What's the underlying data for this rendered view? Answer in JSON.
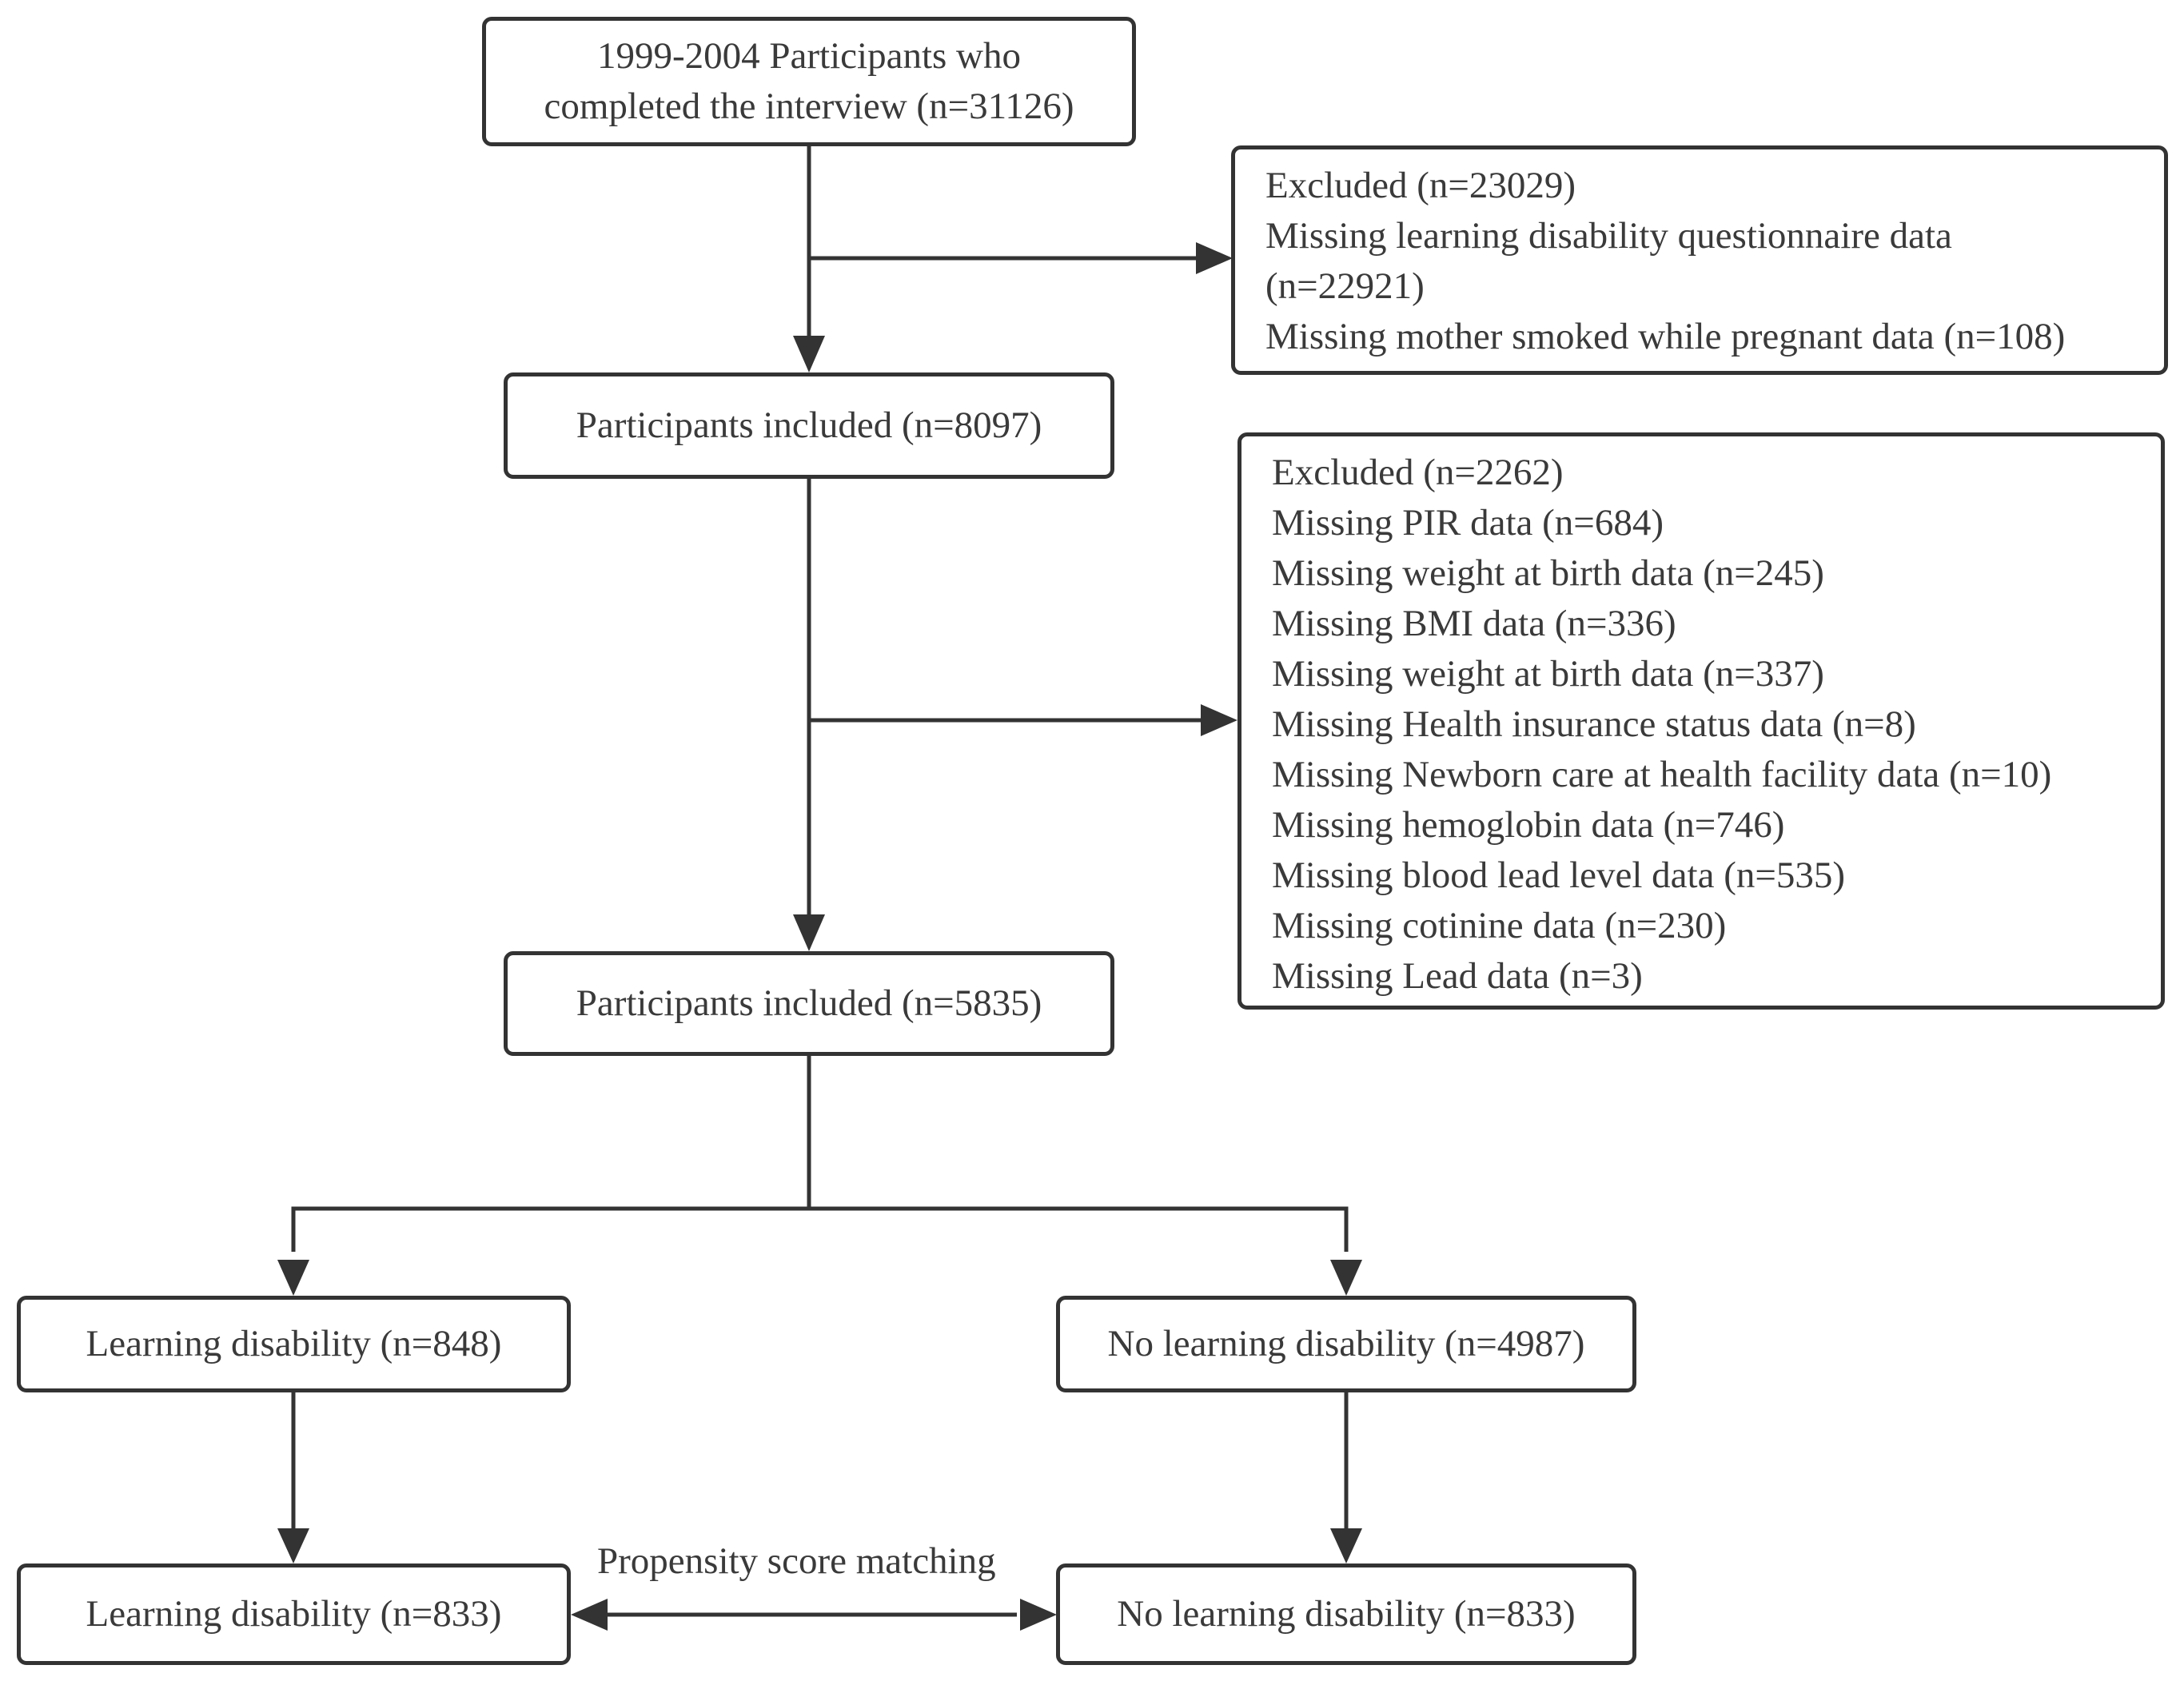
{
  "nodes": {
    "start": {
      "lines": [
        "1999-2004 Participants who",
        "completed the interview (n=31126)"
      ]
    },
    "exclusion1": {
      "lines": [
        "Excluded (n=23029)",
        "Missing learning disability questionnaire data",
        "(n=22921)",
        "Missing mother smoked while pregnant data (n=108)"
      ]
    },
    "included1": {
      "label": "Participants included (n=8097)"
    },
    "exclusion2": {
      "lines": [
        "Excluded (n=2262)",
        "Missing PIR data (n=684)",
        "Missing weight at birth data (n=245)",
        "Missing BMI data (n=336)",
        "Missing weight at birth data (n=337)",
        "Missing Health insurance status data (n=8)",
        "Missing Newborn care at health facility data (n=10)",
        "Missing hemoglobin data (n=746)",
        "Missing blood lead level data (n=535)",
        "Missing cotinine data (n=230)",
        "Missing Lead data (n=3)"
      ]
    },
    "included2": {
      "label": "Participants included (n=5835)"
    },
    "ld_before": {
      "label": "Learning disability (n=848)"
    },
    "nold_before": {
      "label": "No learning disability (n=4987)"
    },
    "ld_after": {
      "label": "Learning disability (n=833)"
    },
    "nold_after": {
      "label": "No learning disability (n=833)"
    }
  },
  "edges": {
    "psm_label": "Propensity score matching"
  },
  "colors": {
    "stroke": "#333333",
    "text": "#3a3a3a",
    "background": "#ffffff"
  }
}
